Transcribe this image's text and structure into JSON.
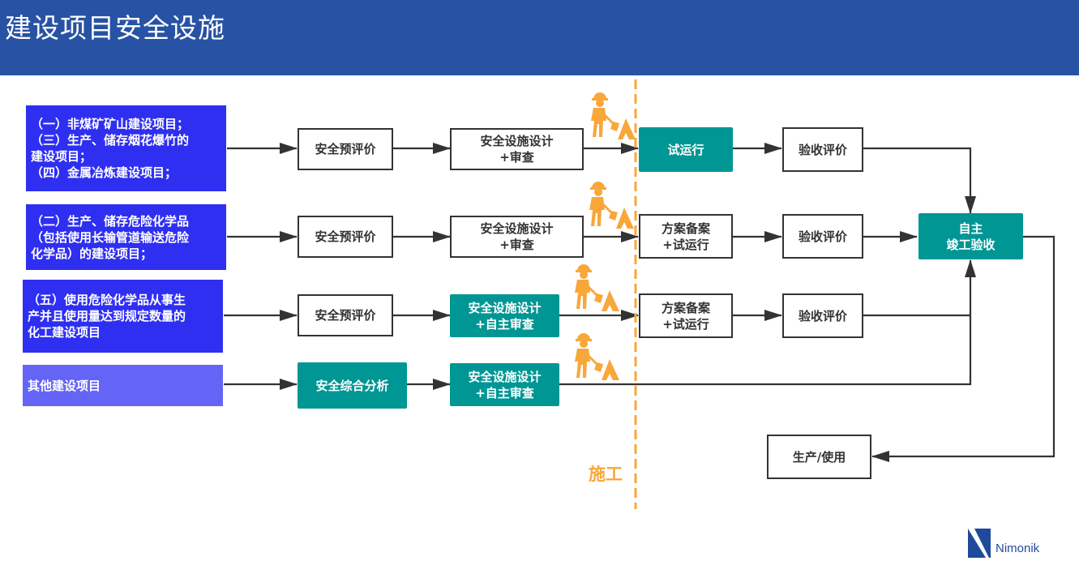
{
  "header": {
    "title": "建设项目安全设施"
  },
  "colors": {
    "header_bg": "#2852a4",
    "source_box": "#2f2ff2",
    "source_box_other": "#6464f7",
    "teal_step": "#009694",
    "construction_orange": "#f8a73a",
    "line": "#333333"
  },
  "sources": [
    {
      "label": "（一）非煤矿矿山建设项目；\n（三）生产、储存烟花爆竹的\n建设项目；\n（四）金属冶炼建设项目；"
    },
    {
      "label": "（二）生产、储存危险化学品\n（包括使用长输管道输送危险\n化学品）的建设项目；"
    },
    {
      "label": "（五）使用危险化学品从事生\n产并且使用量达到规定数量的\n化工建设项目"
    },
    {
      "label": "其他建设项目"
    }
  ],
  "rows": [
    {
      "pre_eval": "安全预评价",
      "design": "安全设施设计\n+审查",
      "trial": "试运行",
      "acceptance": "验收评价"
    },
    {
      "pre_eval": "安全预评价",
      "design": "安全设施设计\n+审查",
      "trial": "方案备案\n+试运行",
      "acceptance": "验收评价"
    },
    {
      "pre_eval": "安全预评价",
      "design": "安全设施设计\n+自主审查",
      "trial": "方案备案\n+试运行",
      "acceptance": "验收评价"
    },
    {
      "pre_eval": "安全综合分析",
      "design": "安全设施设计\n+自主审查"
    }
  ],
  "final": {
    "completion": "自主\n竣工验收",
    "production": "生产/使用"
  },
  "construction": {
    "label": "施工",
    "icon": "construction-worker-icon"
  },
  "logo": {
    "text": "Nimonik",
    "icon": "nimonik-logo-icon"
  }
}
